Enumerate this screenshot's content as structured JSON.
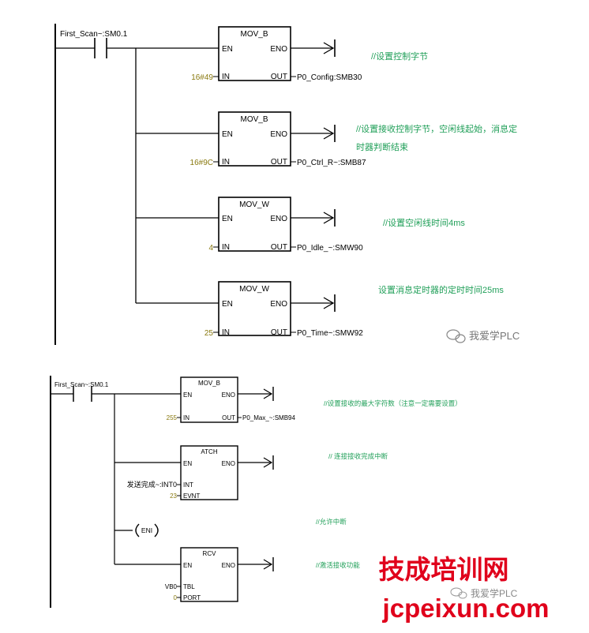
{
  "network1": {
    "contact_label": "First_Scan~:SM0.1",
    "blocks": [
      {
        "name": "MOV_B",
        "en": "EN",
        "eno": "ENO",
        "in_pin": "IN",
        "out_pin": "OUT",
        "in_value": "16#49",
        "out_value": "P0_Config:SMB30",
        "comment": "//设置控制字节"
      },
      {
        "name": "MOV_B",
        "en": "EN",
        "eno": "ENO",
        "in_pin": "IN",
        "out_pin": "OUT",
        "in_value": "16#9C",
        "out_value": "P0_Ctrl_R~:SMB87",
        "comment_line1": "//设置接收控制字节，空闲线起始，消息定",
        "comment_line2": "时器判断结束"
      },
      {
        "name": "MOV_W",
        "en": "EN",
        "eno": "ENO",
        "in_pin": "IN",
        "out_pin": "OUT",
        "in_value": "4",
        "out_value": "P0_Idle_~:SMW90",
        "comment": "//设置空闲线时间4ms"
      },
      {
        "name": "MOV_W",
        "en": "EN",
        "eno": "ENO",
        "in_pin": "IN",
        "out_pin": "OUT",
        "in_value": "25",
        "out_value": "P0_Time~:SMW92",
        "comment": "设置消息定时器的定时时间25ms"
      }
    ],
    "watermark": "我爱学PLC"
  },
  "network2": {
    "contact_label": "First_Scan~:SM0.1",
    "mov": {
      "name": "MOV_B",
      "en": "EN",
      "eno": "ENO",
      "in_pin": "IN",
      "out_pin": "OUT",
      "in_value": "255",
      "out_value": "P0_Max_~:SMB94",
      "comment": "//设置接收的最大字符数（注意一定需要设置）"
    },
    "atch": {
      "name": "ATCH",
      "en": "EN",
      "eno": "ENO",
      "int_pin": "INT",
      "evnt_pin": "EVNT",
      "int_value": "发送完成~:INT0",
      "evnt_value": "23",
      "comment": "// 连接接收完成中断"
    },
    "eni": {
      "label": "ENI",
      "comment": "//允许中断"
    },
    "rcv": {
      "name": "RCV",
      "en": "EN",
      "eno": "ENO",
      "tbl_pin": "TBL",
      "port_pin": "PORT",
      "tbl_value": "VB0",
      "port_value": "0",
      "comment": "//激活接收功能"
    },
    "watermark": "我爱学PLC"
  },
  "overlay": {
    "line1": "技成培训网",
    "line2": "jcpeixun.com"
  },
  "colors": {
    "comment": "#22a05a",
    "value": "#8a7a10",
    "line": "#000000",
    "overlay": "#e0001b",
    "watermark": "#777777"
  }
}
